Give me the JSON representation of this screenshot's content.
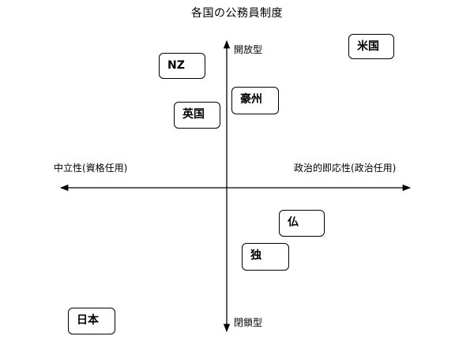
{
  "title": "各国の公務員制度",
  "axes": {
    "y_top": "開放型",
    "y_bottom": "閉鎖型",
    "x_left": "中立性(資格任用)",
    "x_right": "政治的即応性(政治任用)"
  },
  "countries": {
    "usa": "米国",
    "nz": "NZ",
    "australia": "豪州",
    "uk": "英国",
    "france": "仏",
    "germany": "独",
    "japan": "日本"
  }
}
